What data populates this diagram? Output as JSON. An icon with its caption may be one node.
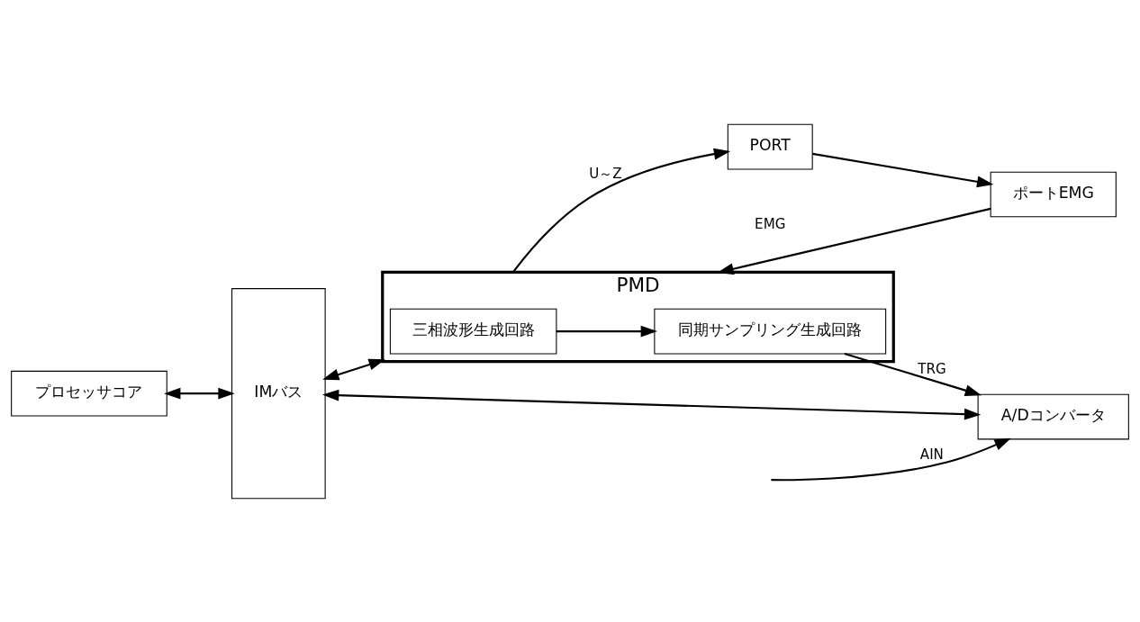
{
  "diagram": {
    "nodes": [
      {
        "text": [
          "プロセッサコア"
        ]
      },
      {
        "text": [
          "IMバス"
        ]
      },
      {
        "text": [
          "PMD"
        ]
      },
      {
        "text": [
          "三相波形生成回路"
        ],
        "in": 2
      },
      {
        "text": [
          "同期サンプリング生成回路"
        ],
        "in": 2
      },
      {
        "text": [
          "A/Dコンバータ"
        ]
      },
      {
        "text": [
          "ポートEMG"
        ]
      },
      {
        "text": [
          "PORT"
        ]
      }
    ],
    "edges": [
      {
        "from": 0,
        "to": 1,
        "arrow": "both"
      },
      {
        "from": 1,
        "to": 2,
        "arrow": "both"
      },
      {
        "from": 3,
        "to": 4,
        "arrow": "to"
      },
      {
        "from": 4,
        "to": 5,
        "arrow": "to",
        "label": "TRG"
      },
      {
        "from": 2,
        "to": 7,
        "arrow": "to",
        "label": "U～Z"
      },
      {
        "from": 7,
        "to": 6,
        "arrow": "to"
      },
      {
        "from": 6,
        "to": 2,
        "arrow": "to",
        "label": "EMG"
      },
      {
        "from": 1,
        "to": 5,
        "arrow": "both"
      },
      {
        "from": null,
        "to": 5,
        "arrow": "to",
        "label": "AIN"
      }
    ]
  }
}
